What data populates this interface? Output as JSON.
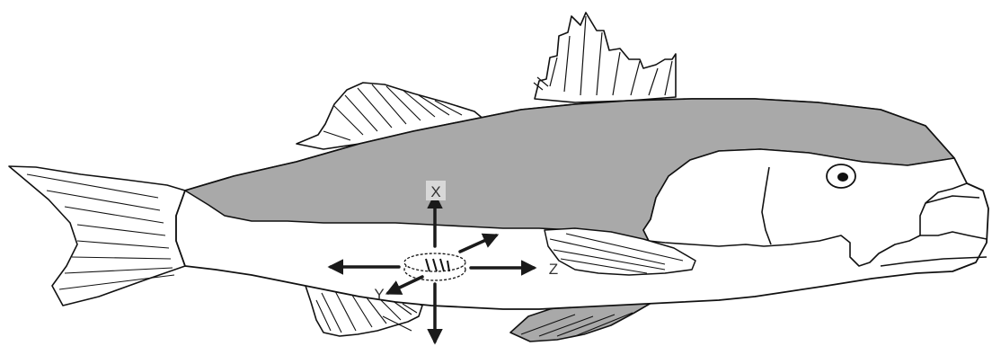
{
  "diagram": {
    "axes": {
      "x_label": "X",
      "y_label": "Y",
      "z_label": "Z"
    },
    "colors": {
      "body_shade": "#a9a9a9",
      "outline": "#111111",
      "arrow": "#1a1a1a",
      "label_box": "#d8d8d8"
    }
  }
}
